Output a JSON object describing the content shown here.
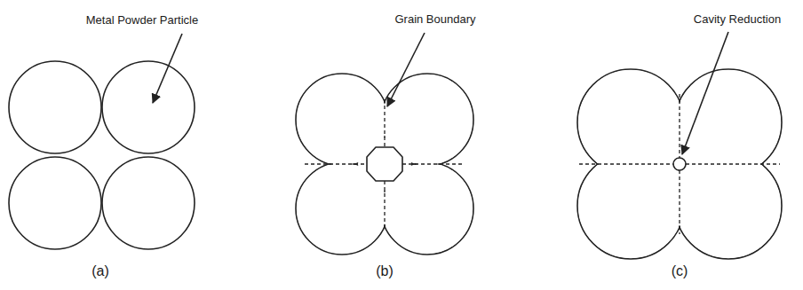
{
  "diagram": {
    "labels": [
      "Metal Powder Particle",
      "Grain Boundary",
      "Cavity Reduction",
      "(a)",
      "(b)",
      "(c)"
    ]
  }
}
